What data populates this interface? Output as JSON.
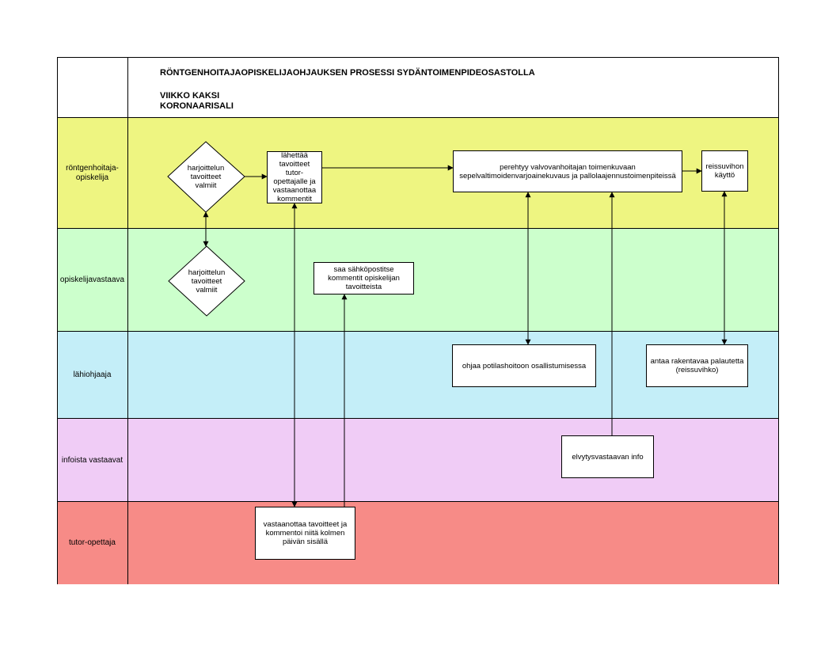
{
  "header": {
    "title": "RÖNTGENHOITAJAOPISKELIJAOHJAUKSEN PROSESSI SYDÄNTOIMENPIDEOSASTOLLA",
    "week": "VIIKKO KAKSI",
    "room": "KORONAARISALI"
  },
  "lanes": [
    {
      "label": "röntgenhoitaja-\nopiskelija",
      "color": "#eef581"
    },
    {
      "label": "opiskelijavastaava",
      "color": "#ccffcc"
    },
    {
      "label": "lähiohjaaja",
      "color": "#c4eef8"
    },
    {
      "label": "infoista vastaavat",
      "color": "#f0ccf6"
    },
    {
      "label": "tutor-opettaja",
      "color": "#f78b87"
    }
  ],
  "nodes": {
    "diamond_student": "harjoittelun tavoitteet valmiit",
    "diamond_supervisor": "harjoittelun tavoitteet valmiit",
    "send_goals": "lähettää tavoitteet tutor-opettajalle ja vastaanottaa kommentit",
    "familiarize": "perehtyy valvovanhoitajan toimenkuvaan sepelvaltimoidenvarjoainekuvaus ja pallolaajennustoimenpiteissä",
    "travel_book": "reissuvihon käyttö",
    "email_comments": "saa sähköpostitse kommentit opiskelijan tavoitteista",
    "guide_patient_care": "ohjaa potilashoitoon osallistumisessa",
    "feedback": "antaa rakentavaa palautetta (reissuvihko)",
    "resuscitation_info": "elvytysvastaavan info",
    "tutor_receive": "vastaanottaa tavoitteet ja kommentoi niitä kolmen päivän sisällä"
  }
}
